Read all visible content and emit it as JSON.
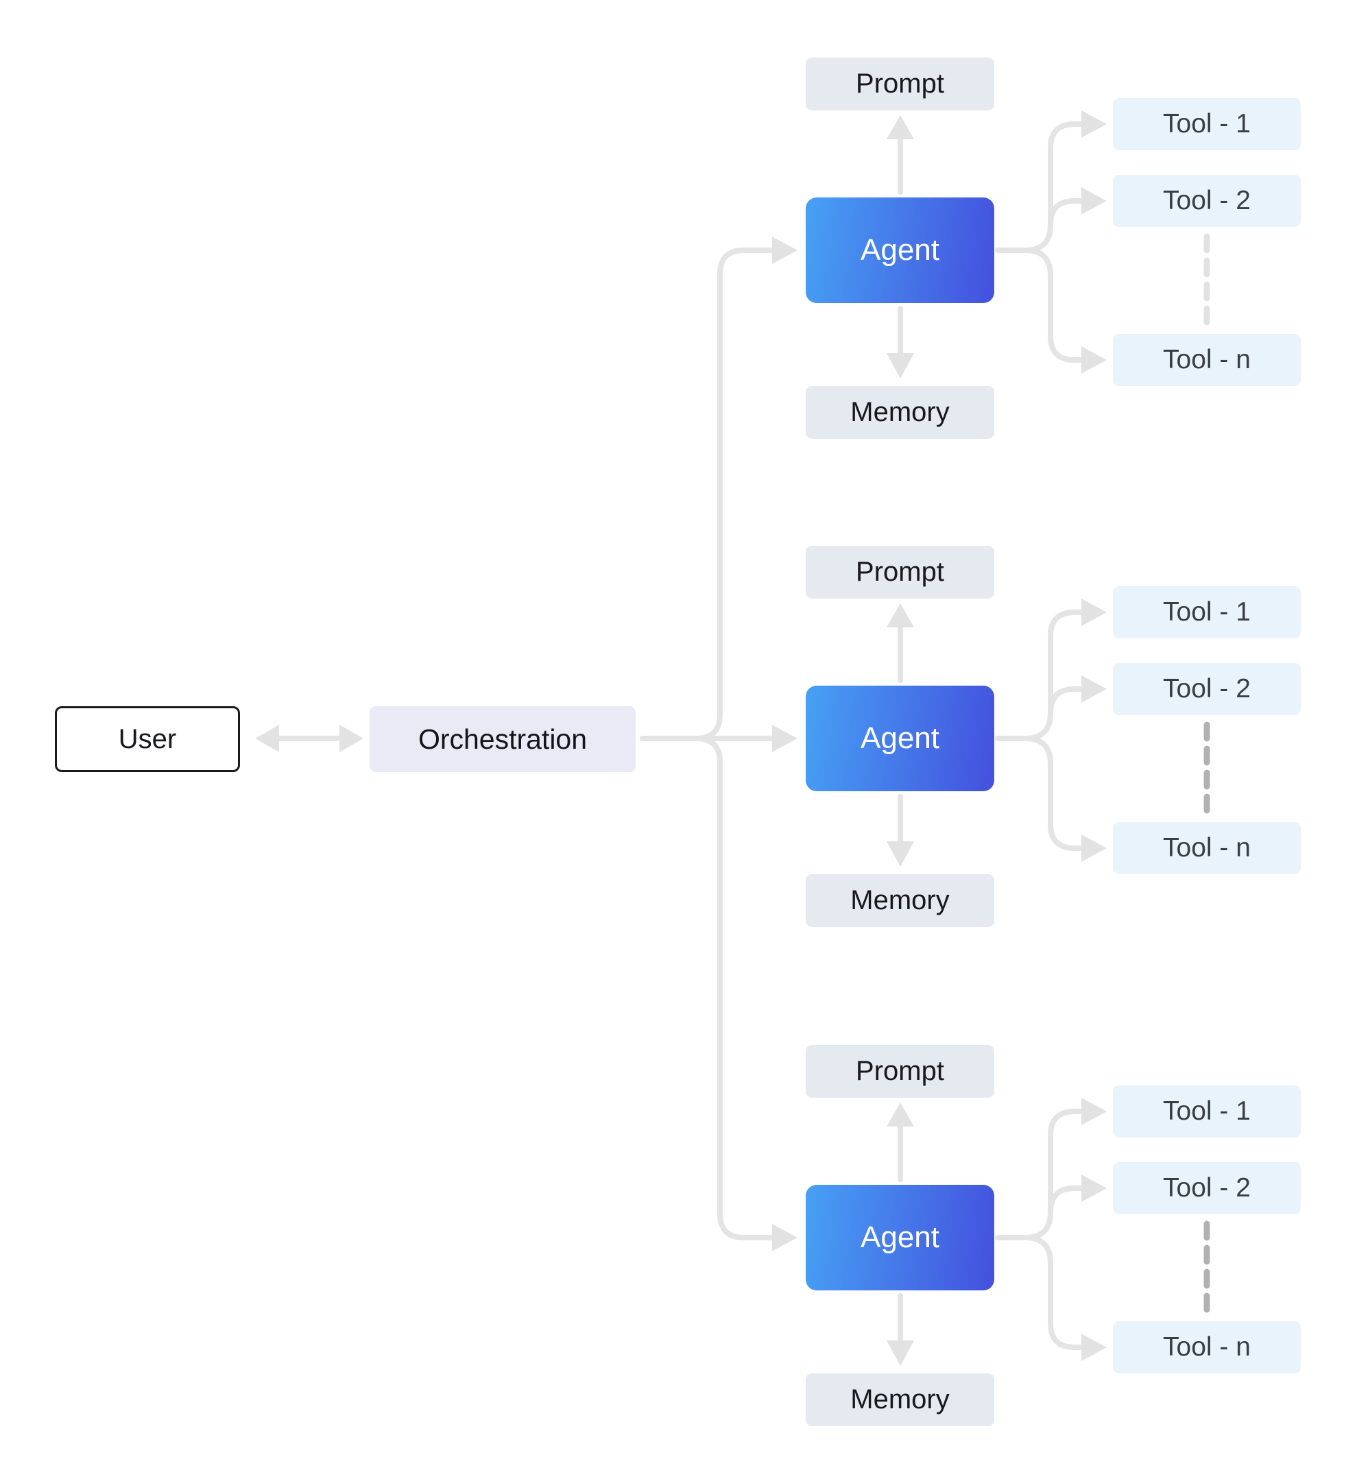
{
  "nodes": {
    "user": "User",
    "orchestration": "Orchestration"
  },
  "rows": [
    {
      "prompt": "Prompt",
      "agent": "Agent",
      "memory": "Memory",
      "tools": [
        "Tool - 1",
        "Tool - 2",
        "Tool - n"
      ]
    },
    {
      "prompt": "Prompt",
      "agent": "Agent",
      "memory": "Memory",
      "tools": [
        "Tool - 1",
        "Tool - 2",
        "Tool - n"
      ]
    },
    {
      "prompt": "Prompt",
      "agent": "Agent",
      "memory": "Memory",
      "tools": [
        "Tool - 1",
        "Tool - 2",
        "Tool - n"
      ]
    }
  ],
  "colors": {
    "background": "#ffffff",
    "agent_gradient_start": "#47a1f4",
    "agent_gradient_end": "#4450de",
    "prompt_memory_fill": "#e5e9f0",
    "orchestration_fill": "#e9eaf6",
    "tool_fill": "#e9f3fc",
    "connector": "#e4e4e4",
    "dash_light": "#e2e2e2",
    "dash_dark": "#b1b1b1",
    "user_border": "#1b1b1f"
  }
}
